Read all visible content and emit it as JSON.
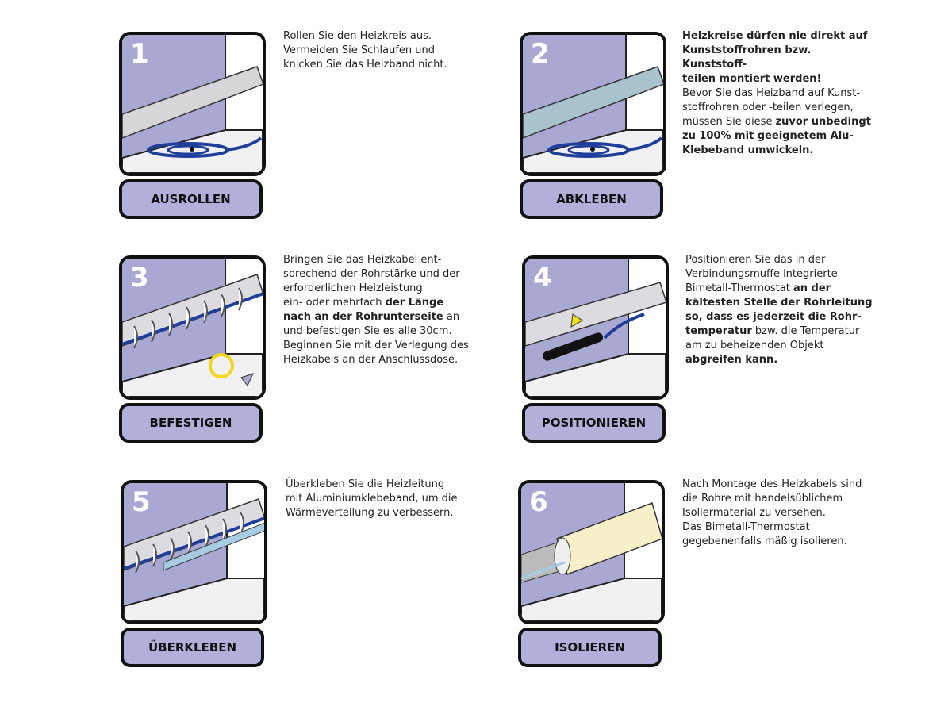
{
  "steps": [
    {
      "number": "1",
      "label": "AUSROLLEN",
      "text": [
        [
          [
            "Rollen Sie den Heizkreis aus.",
            0
          ]
        ],
        [
          [
            "Vermeiden Sie Schlaufen und",
            0
          ]
        ],
        [
          [
            "knicken Sie das Heizband nicht.",
            0
          ]
        ]
      ]
    },
    {
      "number": "2",
      "label": "ABKLEBEN",
      "text": [
        [
          [
            "Heizkreise dürfen nie direkt auf",
            1
          ]
        ],
        [
          [
            "Kunststoffrohren bzw. Kunststoff-",
            1
          ]
        ],
        [
          [
            "teilen montiert werden!",
            1
          ]
        ],
        [
          [
            "Bevor Sie das Heizband auf Kunst-",
            0
          ]
        ],
        [
          [
            "stoffrohren oder -teilen verlegen,",
            0
          ]
        ],
        [
          [
            "müssen Sie diese ",
            0
          ],
          [
            "zuvor unbedingt",
            1
          ]
        ],
        [
          [
            "zu 100% mit geeignetem Alu-",
            1
          ]
        ],
        [
          [
            "Klebeband umwickeln.",
            1
          ]
        ]
      ]
    },
    {
      "number": "3",
      "label": "BEFESTIGEN",
      "text": [
        [
          [
            "Bringen Sie das Heizkabel ent-",
            0
          ]
        ],
        [
          [
            "sprechend der Rohrstärke und der",
            0
          ]
        ],
        [
          [
            "erforderlichen Heizleistung",
            0
          ]
        ],
        [
          [
            "ein- oder mehrfach ",
            0
          ],
          [
            "der Länge",
            1
          ]
        ],
        [
          [
            "nach an der Rohrunterseite",
            1
          ],
          [
            " an",
            0
          ]
        ],
        [
          [
            "und befestigen Sie es alle 30cm.",
            0
          ]
        ],
        [
          [
            "Beginnen Sie mit der Verlegung des",
            0
          ]
        ],
        [
          [
            "Heizkabels an der Anschlussdose.",
            0
          ]
        ]
      ]
    },
    {
      "number": "4",
      "label": "POSITIONIEREN",
      "text": [
        [
          [
            "Positionieren Sie das in der",
            0
          ]
        ],
        [
          [
            "Verbindungsmuffe integrierte",
            0
          ]
        ],
        [
          [
            "Bimetall-Thermostat ",
            0
          ],
          [
            "an der",
            1
          ]
        ],
        [
          [
            "kältesten Stelle der Rohrleitung",
            1
          ]
        ],
        [
          [
            "so, dass es jederzeit die Rohr-",
            1
          ]
        ],
        [
          [
            "temperatur",
            1
          ],
          [
            " bzw. die Temperatur",
            0
          ]
        ],
        [
          [
            "am zu beheizenden Objekt",
            0
          ]
        ],
        [
          [
            "abgreifen kann.",
            1
          ]
        ]
      ]
    },
    {
      "number": "5",
      "label": "ÜBERKLEBEN",
      "text": [
        [
          [
            "Überkleben Sie die Heizleitung",
            0
          ]
        ],
        [
          [
            "mit Aluminiumklebeband, um die",
            0
          ]
        ],
        [
          [
            "Wärmeverteilung zu verbessern.",
            0
          ]
        ]
      ]
    },
    {
      "number": "6",
      "label": "ISOLIEREN",
      "text": [
        [
          [
            "Nach Montage des Heizkabels sind",
            0
          ]
        ],
        [
          [
            "die Rohre mit handelsüblichem",
            0
          ]
        ],
        [
          [
            "Isoliermaterial zu versehen.",
            0
          ]
        ],
        [
          [
            "Das Bimetall-Thermostat",
            0
          ]
        ],
        [
          [
            "gegebenenfalls mäßig isolieren.",
            0
          ]
        ]
      ]
    }
  ],
  "colors": {
    "wall": "#a9a8d3",
    "label_bg": "#b1b0da",
    "cable": "#1f3f9a"
  }
}
